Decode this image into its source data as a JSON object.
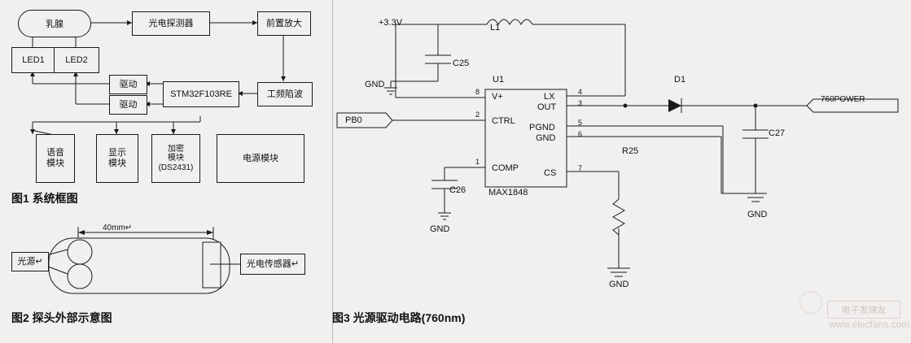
{
  "figure1": {
    "caption": "图1 系统框图",
    "nodes": {
      "breast": "乳腺",
      "led1": "LED1",
      "led2": "LED2",
      "photodetector": "光电探测器",
      "preamp": "前置放大",
      "driver1": "驱动",
      "driver2": "驱动",
      "mcu": "STM32F103RE",
      "notch": "工频陷波",
      "voice": [
        "语音",
        "模块"
      ],
      "display": [
        "显示",
        "模块"
      ],
      "encrypt": [
        "加密",
        "模块",
        "(DS2431)"
      ],
      "power": "电源模块"
    }
  },
  "figure2": {
    "caption": "图2 探头外部示意图",
    "dimension": "40mm↵",
    "light_source": "光源↵",
    "sensor": "光电传感器↵"
  },
  "figure3": {
    "caption": "图3 光源驱动电路(760nm)",
    "supply": "+3.3V",
    "inductor": "L1",
    "cap_c25": "C25",
    "cap_c26": "C26",
    "cap_c27": "C27",
    "diode": "D1",
    "resistor": "R25",
    "ic_ref": "U1",
    "ic_part": "MAX1848",
    "input_net": "PB0",
    "output_net": "760POWER",
    "gnd_label": "GND",
    "pins_left": [
      {
        "num": "8",
        "name": "V+"
      },
      {
        "num": "2",
        "name": "CTRL"
      },
      {
        "num": "1",
        "name": "COMP"
      }
    ],
    "pins_right": [
      {
        "num": "4",
        "name": "LX"
      },
      {
        "num": "3",
        "name": "OUT"
      },
      {
        "num": "5",
        "name": "PGND"
      },
      {
        "num": "6",
        "name": "GND"
      },
      {
        "num": "7",
        "name": "CS"
      }
    ]
  },
  "watermark": {
    "site": "电子发烧友",
    "url": "www.elecfans.com"
  }
}
